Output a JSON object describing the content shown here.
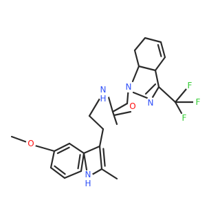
{
  "molecule": {
    "atoms": [
      {
        "id": "C_tf",
        "label": "",
        "color": ""
      },
      {
        "id": "F_top",
        "label": "F",
        "color": "#33cc33"
      },
      {
        "id": "F_right",
        "label": "F",
        "color": "#33cc33"
      },
      {
        "id": "F_bottom",
        "label": "F",
        "color": "#33cc33"
      },
      {
        "id": "N1",
        "label": "N",
        "color": "#3050f8"
      },
      {
        "id": "N2",
        "label": "N",
        "color": "#3050f8"
      },
      {
        "id": "O",
        "label": "O",
        "color": "#ff0d0d"
      },
      {
        "id": "N_amide",
        "label": "N",
        "color": "#3050f8"
      },
      {
        "id": "H_amide",
        "label": "H",
        "color": "#3050f8"
      },
      {
        "id": "NH_indole",
        "label": "N",
        "color": "#3050f8"
      },
      {
        "id": "H_indole",
        "label": "H",
        "color": "#3050f8"
      },
      {
        "id": "O_methoxy",
        "label": "O",
        "color": "#ff0d0d"
      }
    ],
    "bond_color": "#2b2b2b"
  }
}
